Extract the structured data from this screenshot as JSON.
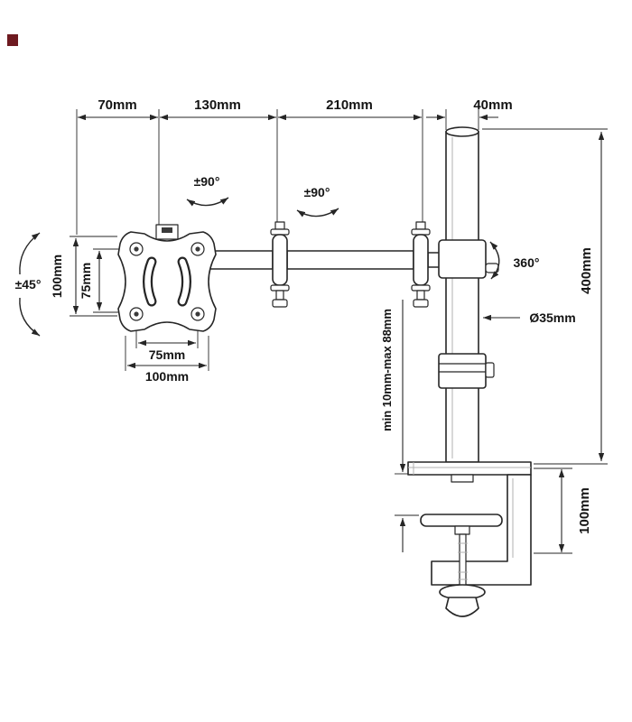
{
  "colors": {
    "background": "#ffffff",
    "line": "#262626",
    "corner_mark": "#6e1a20"
  },
  "diagram": {
    "subject": "single-monitor-desk-mount-arm-technical-drawing",
    "dims": {
      "top_left": "70mm",
      "top_mid": "130mm",
      "top_right": "210mm",
      "pole_width": "40mm",
      "pole_height": "400mm",
      "pole_diameter": "Ø35mm",
      "vesa_height_100": "100mm",
      "vesa_height_75": "75mm",
      "vesa_width_75": "75mm",
      "vesa_width_100": "100mm",
      "clamp_gap_range": "min 10mm-max 88mm",
      "clamp_body_height": "100mm"
    },
    "motion": {
      "tilt": "±45°",
      "swivel_front": "±90°",
      "swivel_rear": "±90°",
      "rotation": "360°"
    }
  }
}
